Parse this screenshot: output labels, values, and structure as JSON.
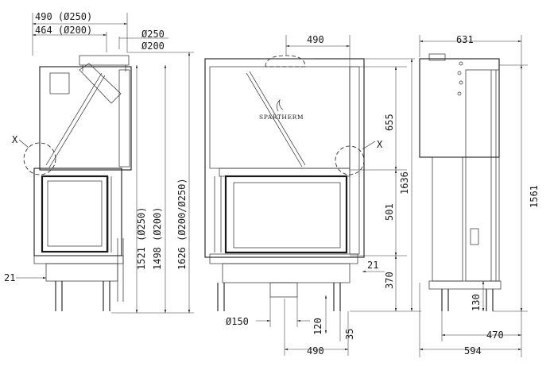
{
  "brand": "SPARTHERM",
  "left_view": {
    "top_widths": [
      "490 (Ø250)",
      "464 (Ø200)"
    ],
    "flue_labels": [
      "Ø250",
      "Ø200"
    ],
    "detail_marker": "X",
    "heights": [
      "1521 (Ø250)",
      "1498 (Ø200)",
      "1626 (Ø200/Ø250)"
    ],
    "bottom_offset": "21"
  },
  "front_view": {
    "top_width": "490",
    "detail_marker": "X",
    "right_heights": [
      "655",
      "501",
      "370"
    ],
    "total_height": "1636",
    "side_offset": "21",
    "air_inlet": "Ø150",
    "bottom_dims": [
      "120",
      "35"
    ],
    "bottom_width": "490"
  },
  "side_view": {
    "top_width": "631",
    "total_height": "1561",
    "bottom_height": "130",
    "bottom_widths": [
      "470",
      "594"
    ]
  }
}
